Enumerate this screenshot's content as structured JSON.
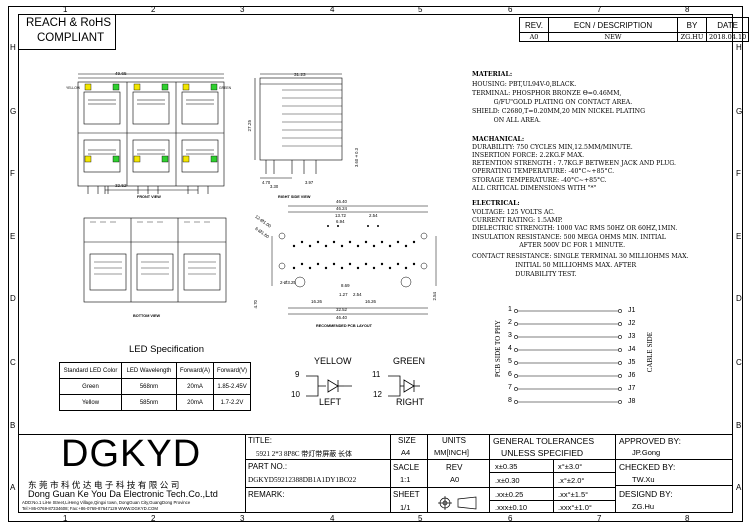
{
  "header": {
    "compliance_line1": "REACH & RoHS",
    "compliance_line2": "COMPLIANT"
  },
  "grid": {
    "cols_top": [
      "1",
      "2",
      "3",
      "4",
      "5",
      "6",
      "7",
      "8"
    ],
    "rows_left": [
      "H",
      "G",
      "F",
      "E",
      "D",
      "C",
      "B",
      "A"
    ]
  },
  "revision": {
    "col_rev": "REV.",
    "col_desc": "ECN / DESCRIPTION",
    "col_by": "BY",
    "col_date": "DATE",
    "rev": "A0",
    "desc": "NEW",
    "by": "ZG.HU",
    "date": "2018.04.10"
  },
  "specs": {
    "material_title": "MATERIAL:",
    "material": [
      "HOUSING: PBT,UL94V-0,BLACK.",
      "TERMINAL: PHOSPHOR BRONZE Θ=0.46MM,",
      "           G/FU\"GOLD PLATING ON CONTACT AREA.",
      "SHIELD: C2680,T=0.20MM,20 MIN NICKEL PLATING",
      "           ON ALL AREA."
    ],
    "mechanical_title": "MACHANICAL:",
    "mechanical": [
      "DURABILITY: 750 CYCLES MIN,12.5MM/MINUTE.",
      "INSERTION FORCE: 2.2KG.F MAX.",
      "RETENTION STRENGTH : 7.7KG.F BETWEEN JACK AND PLUG.",
      "OPERATING TEMPERATURE: -40°C~+85°C.",
      "STORAGE TEMPERATURE: -40°C~+85°C.",
      "ALL CRITICAL DIMENSIONS WITH \"*\""
    ],
    "electrical_title": "ELECTRICAL:",
    "electrical": [
      "VOLTAGE: 125 VOLTS AC.",
      "CURRENT RATING: 1.5AMP.",
      "DIELECTRIC STRENGTH: 1000 VAC RMS 50HZ OR 60HZ,1MIN.",
      "INSULATION RESISTANCE: 500 MEGA OHMS MIN. INITIAL",
      "                        AFTER 500V DC FOR 1 MINUTE.",
      "CONTACT RESISTANCE: SINGLE TERMINAL 30 MILLIOHMS MAX.",
      "                      INITIAL 50 MILLIOHMS MAX. AFTER",
      "                      DURABILITY TEST."
    ]
  },
  "views": {
    "front": "FRONT VIEW",
    "right_side": "RIGHT SIDE VIEW",
    "bottom": "BOTTOM VIEW",
    "pcb_layout": "RECOMMENDED PCB LAYOUT",
    "yellow_led": "YELLOW",
    "green_led": "GREEN",
    "front_dim_width": "49.65",
    "front_dim_spacing": "32.52",
    "side_dim_depth": "31.23",
    "side_dim_height": "27.25",
    "side_dims_bottom": [
      "4.70",
      "3.30",
      "3.97"
    ],
    "side_dim_pin": "3.60±0.3",
    "pcb_dims": [
      "46.40",
      "46.24",
      "13.72",
      "2.54",
      "6.94",
      "8.69",
      "32.52",
      "46.40",
      "16.26",
      "16.26",
      "2.54",
      "1.27",
      "4.70",
      "2.54"
    ],
    "pcb_hole_labels": [
      "12-Ø1.00",
      "6-Ø1.60",
      "2-Ø3.25"
    ]
  },
  "led_spec": {
    "title": "LED Specification",
    "headers": [
      "Standard LED Color",
      "LED Wavelength",
      "Forward(A)",
      "Forward(V)"
    ],
    "rows": [
      [
        "Green",
        "568nm",
        "20mA",
        "1.85-2.45V"
      ],
      [
        "Yellow",
        "585nm",
        "20mA",
        "1.7-2.2V"
      ]
    ]
  },
  "led_circuit": {
    "left_label": "LEFT",
    "right_label": "RIGHT",
    "pins": [
      "9",
      "10",
      "11",
      "12"
    ]
  },
  "schematic": {
    "jacks": [
      "J1",
      "J2",
      "J3",
      "J4",
      "J5",
      "J6",
      "J7",
      "J8"
    ],
    "pins": [
      "1",
      "2",
      "3",
      "4",
      "5",
      "6",
      "7",
      "8"
    ],
    "left_label": "PCB SIDE TO PHY",
    "right_label": "CABLE SIDE"
  },
  "title_block": {
    "company_logo": "DGKYD",
    "company_cn": "东 莞 市 科 优 达 电 子 科 技 有 限 公 司",
    "company_en": "Dong Guan Ke You Da Electronic Tech.Co.,Ltd",
    "address": "ADD:No.1 LiHe Street,LiHeng Village,Qingxi town, DongGuan City,GuangDong Province",
    "tel": "Tel:+86-0769-87334608; Fax:+86-0769-87647129  WWW.DGKYD.COM",
    "title_label": "TITLE:",
    "title_value": "5921 2*3 8P8C 带灯带屏蔽 长体",
    "part_label": "PART NO.:",
    "part_value": "DGKYD59212388DB1A1DY1BO22",
    "remark_label": "REMARK:",
    "size_label": "SIZE",
    "size_value": "A4",
    "units_label": "UNITS",
    "units_value": "MM[INCH]",
    "scale_label": "SACLE",
    "scale_value": "1:1",
    "rev_label": "REV",
    "rev_value": "A0",
    "sheet_label": "SHEET",
    "sheet_value": "1/1",
    "gt_title1": "GENERAL TOLERANCES",
    "gt_title2": "UNLESS SPECIFIED",
    "tolerances": [
      "x±0.35",
      "x°±3.0°",
      ".x±0.30",
      ".x°±2.0°",
      ".xx±0.25",
      ".xx°±1.5°",
      ".xxx±0.10",
      ".xxx°±1.0°"
    ],
    "approved_label": "APPROVED BY:",
    "approved_value": "JP.Gong",
    "checked_label": "CHECKED BY:",
    "checked_value": "TW.Xu",
    "designed_label": "DESIGND BY:",
    "designed_value": "ZG.Hu"
  },
  "colors": {
    "led_yellow": "#f2e600",
    "led_green": "#2fd02f",
    "line": "#000000"
  }
}
